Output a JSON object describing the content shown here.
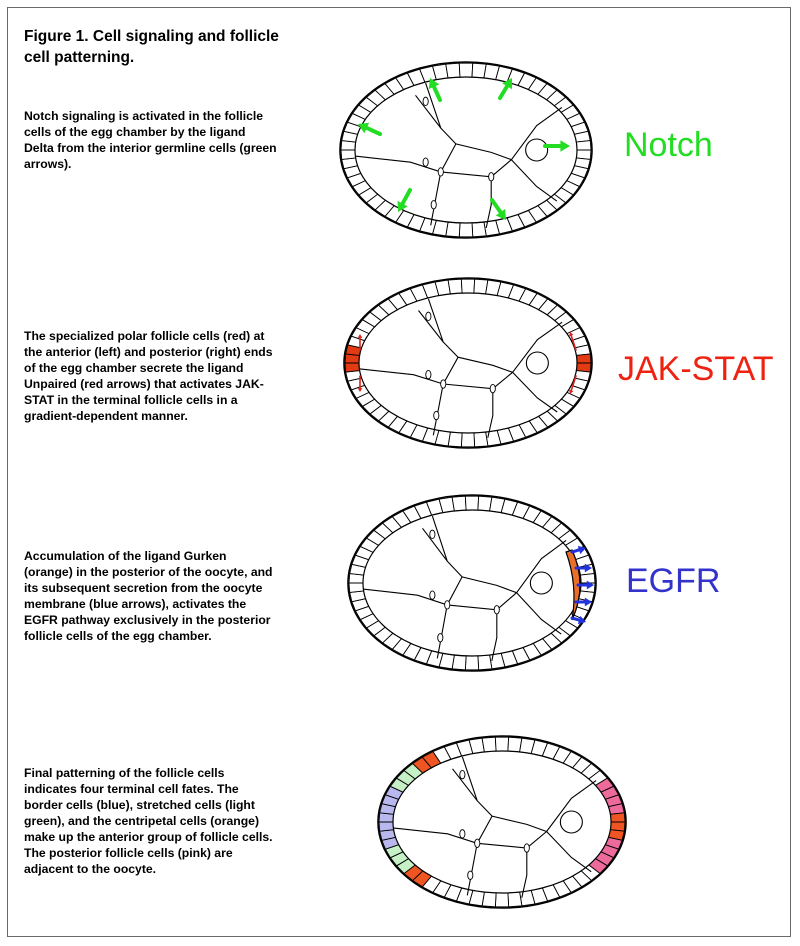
{
  "figure": {
    "title_line1": "Figure 1.  Cell signaling and follicle",
    "title_line2": "cell patterning."
  },
  "panels": [
    {
      "label": "Notch",
      "label_color": "#22dd22",
      "arrow_color": "#22dd22",
      "description_lines": [
        "Notch signaling is activated in the follicle",
        "cells of the egg chamber by the ligand",
        "Delta from the interior germline cells (green",
        "arrows)."
      ]
    },
    {
      "label": "JAK-STAT",
      "label_color": "#ee2211",
      "polar_cell_color": "#e23a12",
      "arrow_color": "#e02020",
      "description_lines": [
        "The specialized polar follicle cells (red) at",
        "the anterior (left) and posterior (right) ends",
        "of the egg chamber secrete the ligand",
        "Unpaired (red arrows) that activates JAK-",
        "STAT in the terminal follicle cells in a",
        "gradient-dependent manner."
      ]
    },
    {
      "label": "EGFR",
      "label_color": "#3333cc",
      "gurken_color": "#e8702a",
      "arrow_color": "#2233dd",
      "description_lines": [
        "Accumulation of the ligand Gurken",
        "(orange) in the posterior of the oocyte, and",
        "its subsequent secretion from the oocyte",
        "membrane (blue arrows), activates the",
        "EGFR pathway exclusively in the posterior",
        "follicle cells of the egg chamber."
      ]
    },
    {
      "label": "",
      "colors": {
        "border_cells": "#b8b8ee",
        "stretched_cells": "#c6f0c6",
        "centripetal_cells": "#ee5522",
        "posterior_cells": "#ee6a9a"
      },
      "description_lines": [
        "Final patterning of the follicle cells",
        "indicates four terminal cell fates.  The",
        "border cells (blue), stretched cells (light",
        "green), and the centripetal cells (orange)",
        "make up the anterior group of follicle cells.",
        "The posterior follicle cells (pink) are",
        "adjacent to the oocyte."
      ]
    }
  ]
}
